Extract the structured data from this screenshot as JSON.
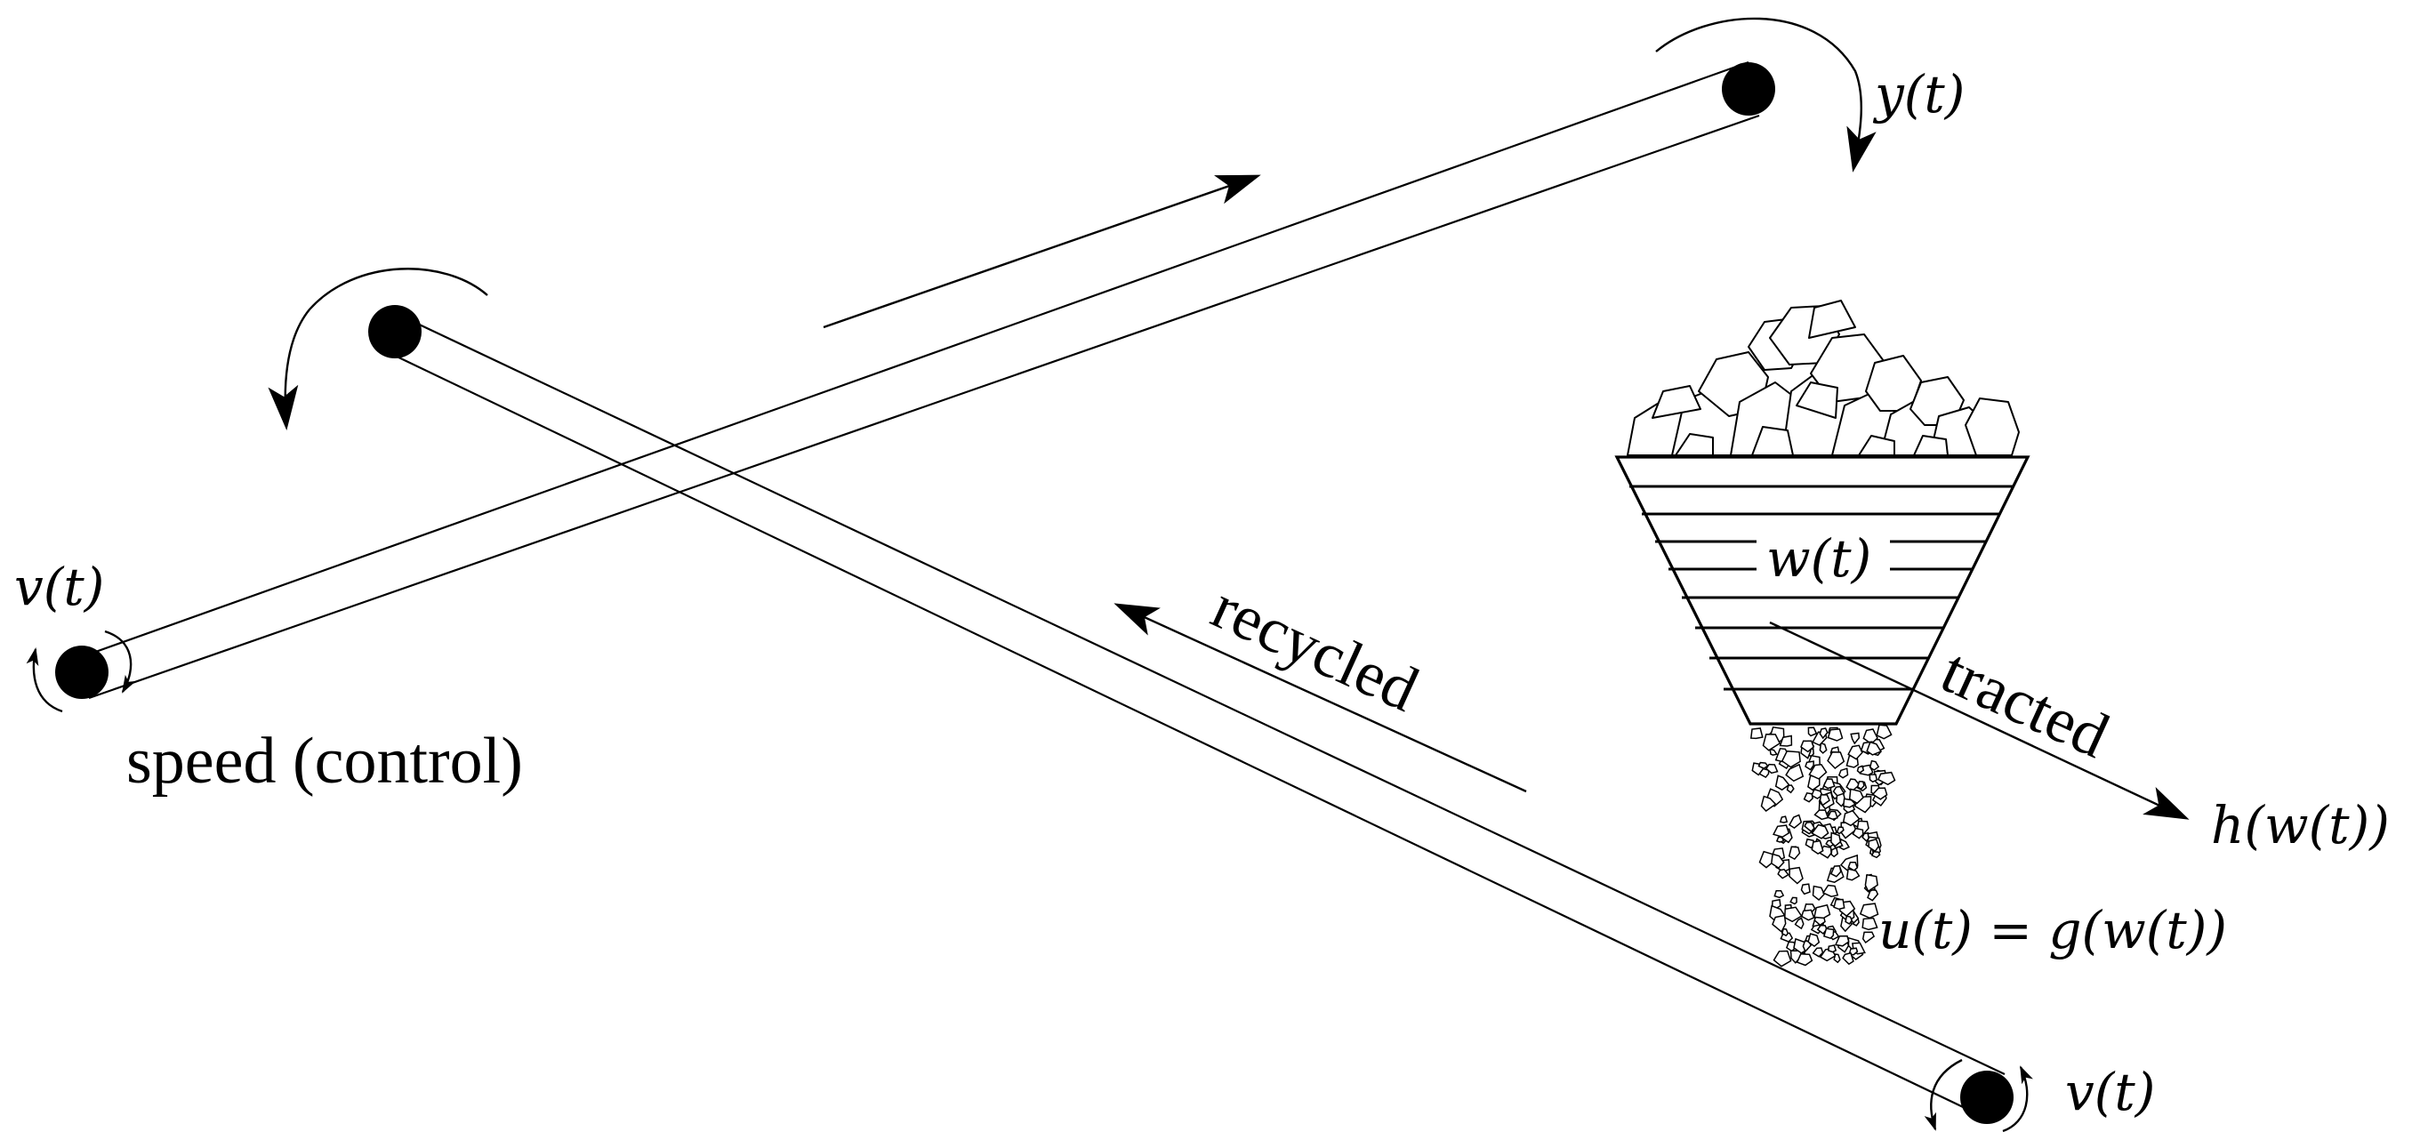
{
  "diagram": {
    "labels": {
      "y_top": "y(t)",
      "v_left": "v(t)",
      "v_bottom": "v(t)",
      "w_hopper": "w(t)",
      "h_out": "h(w(t))",
      "u_eq": "u(t) = g(w(t))",
      "speed_control": "speed (control)",
      "recycled": "recycled",
      "tracted": "tracted"
    },
    "colors": {
      "stroke": "#000000",
      "background": "#ffffff"
    }
  }
}
